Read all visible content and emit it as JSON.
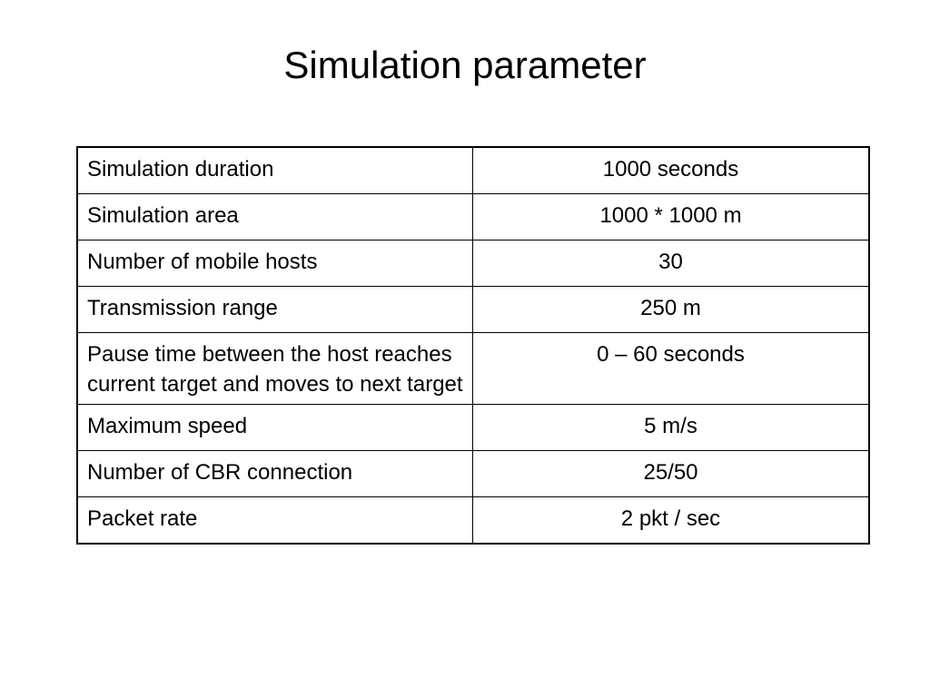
{
  "slide": {
    "title": "Simulation parameter"
  },
  "table": {
    "rows": [
      {
        "parameter": "Simulation duration",
        "value": "1000 seconds"
      },
      {
        "parameter": "Simulation area",
        "value": "1000 * 1000 m"
      },
      {
        "parameter": "Number of mobile hosts",
        "value": "30"
      },
      {
        "parameter": "Transmission range",
        "value": "250 m"
      },
      {
        "parameter": "Pause time between the host reaches current target and moves to next target",
        "value": "0 – 60 seconds"
      },
      {
        "parameter": "Maximum speed",
        "value": "5 m/s"
      },
      {
        "parameter": "Number of CBR connection",
        "value": "25/50"
      },
      {
        "parameter": "Packet rate",
        "value": "2 pkt / sec"
      }
    ]
  }
}
